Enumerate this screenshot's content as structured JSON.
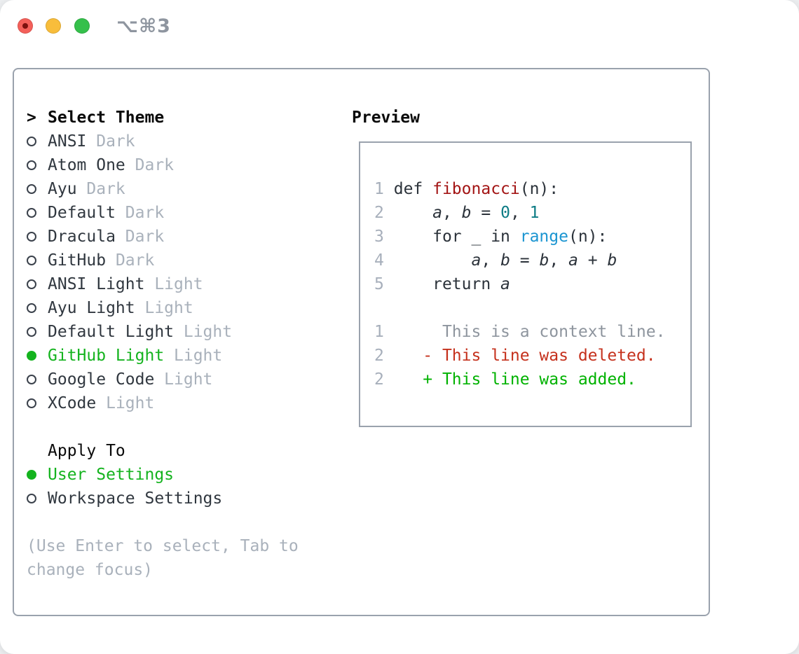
{
  "window": {
    "title": "⌥⌘3",
    "traffic_lights": [
      "close",
      "minimize",
      "zoom"
    ]
  },
  "theme_picker": {
    "cursor": ">",
    "header": "Select Theme",
    "themes": [
      {
        "name": "ANSI",
        "variant": "Dark",
        "selected": false
      },
      {
        "name": "Atom One",
        "variant": "Dark",
        "selected": false
      },
      {
        "name": "Ayu",
        "variant": "Dark",
        "selected": false
      },
      {
        "name": "Default",
        "variant": "Dark",
        "selected": false
      },
      {
        "name": "Dracula",
        "variant": "Dark",
        "selected": false
      },
      {
        "name": "GitHub",
        "variant": "Dark",
        "selected": false
      },
      {
        "name": "ANSI Light",
        "variant": "Light",
        "selected": false
      },
      {
        "name": "Ayu Light",
        "variant": "Light",
        "selected": false
      },
      {
        "name": "Default Light",
        "variant": "Light",
        "selected": false
      },
      {
        "name": "GitHub Light",
        "variant": "Light",
        "selected": true
      },
      {
        "name": "Google Code",
        "variant": "Light",
        "selected": false
      },
      {
        "name": "XCode",
        "variant": "Light",
        "selected": false
      }
    ],
    "apply_header": "Apply To",
    "apply_options": [
      {
        "label": "User Settings",
        "selected": true
      },
      {
        "label": "Workspace Settings",
        "selected": false
      }
    ],
    "hint": "(Use Enter to select, Tab to change focus)"
  },
  "preview": {
    "header": "Preview",
    "lines": [
      {
        "type": "blank"
      },
      {
        "type": "code",
        "num": "1",
        "tokens": [
          {
            "t": "def ",
            "c": "code"
          },
          {
            "t": "fibonacci",
            "c": "func"
          },
          {
            "t": "(n):",
            "c": "code"
          }
        ]
      },
      {
        "type": "code",
        "num": "2",
        "tokens": [
          {
            "t": "    ",
            "c": "code"
          },
          {
            "t": "a",
            "c": "var"
          },
          {
            "t": ", ",
            "c": "code"
          },
          {
            "t": "b",
            "c": "var"
          },
          {
            "t": " = ",
            "c": "code"
          },
          {
            "t": "0",
            "c": "num"
          },
          {
            "t": ", ",
            "c": "code"
          },
          {
            "t": "1",
            "c": "num"
          }
        ]
      },
      {
        "type": "code",
        "num": "3",
        "tokens": [
          {
            "t": "    for _ in ",
            "c": "code"
          },
          {
            "t": "range",
            "c": "builtin"
          },
          {
            "t": "(n):",
            "c": "code"
          }
        ]
      },
      {
        "type": "code",
        "num": "4",
        "tokens": [
          {
            "t": "        ",
            "c": "code"
          },
          {
            "t": "a",
            "c": "var"
          },
          {
            "t": ", ",
            "c": "code"
          },
          {
            "t": "b",
            "c": "var"
          },
          {
            "t": " = ",
            "c": "code"
          },
          {
            "t": "b",
            "c": "var"
          },
          {
            "t": ", ",
            "c": "code"
          },
          {
            "t": "a",
            "c": "var"
          },
          {
            "t": " + ",
            "c": "code"
          },
          {
            "t": "b",
            "c": "var"
          }
        ]
      },
      {
        "type": "code",
        "num": "5",
        "tokens": [
          {
            "t": "    return ",
            "c": "code"
          },
          {
            "t": "a",
            "c": "var"
          }
        ]
      },
      {
        "type": "blank"
      },
      {
        "type": "diff",
        "num": "1",
        "kind": "context",
        "text": "     This is a context line."
      },
      {
        "type": "diff",
        "num": "2",
        "kind": "deleted",
        "text": "   - This line was deleted."
      },
      {
        "type": "diff",
        "num": "2",
        "kind": "added",
        "text": "   + This line was added."
      }
    ]
  },
  "colors": {
    "accent_green": "#14b31e",
    "added_green": "#00b200",
    "deleted_red": "#c5311d",
    "function_red": "#a31515",
    "number_teal": "#0e7c85",
    "builtin_blue": "#1b95d1",
    "context_gray": "#8e959e",
    "muted_gray": "#a9b1bb",
    "text_dark": "#30373f",
    "border_gray": "#9aa2ad",
    "linenum_gray": "#a7afbb",
    "traffic_red": "#f4605a",
    "traffic_yellow": "#f8bd3b",
    "traffic_green": "#35c04b"
  }
}
